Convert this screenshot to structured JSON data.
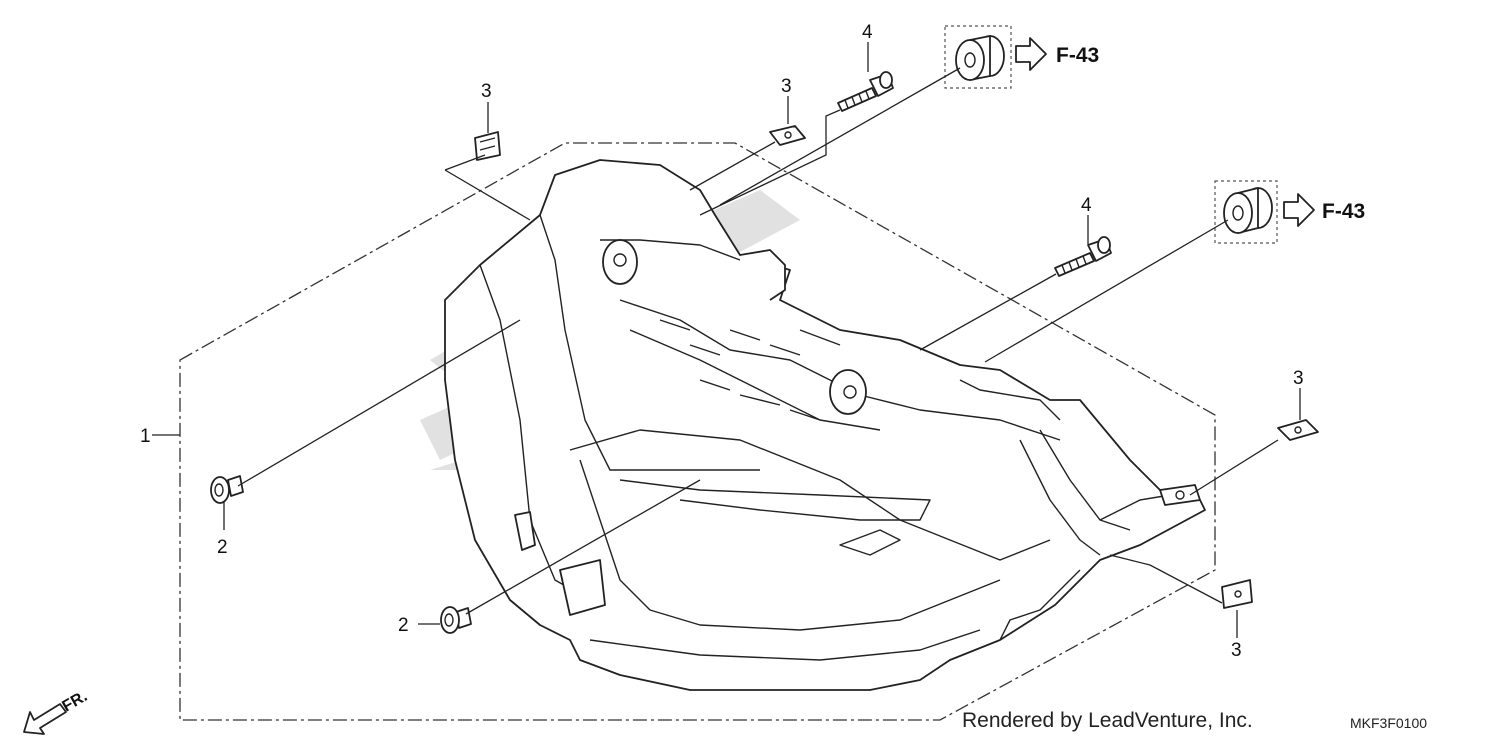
{
  "callouts": {
    "c1": "1",
    "c2a": "2",
    "c2b": "2",
    "c3a": "3",
    "c3b": "3",
    "c3c": "3",
    "c3d": "3",
    "c4a": "4",
    "c4b": "4"
  },
  "refs": {
    "r1": "F-43",
    "r2": "F-43"
  },
  "front_label": "FR.",
  "credit": "Rendered by LeadVenture, Inc.",
  "diagram_code": "MKF3F0100",
  "icons": [
    "front-direction-arrow-icon",
    "reference-arrow-icon"
  ]
}
